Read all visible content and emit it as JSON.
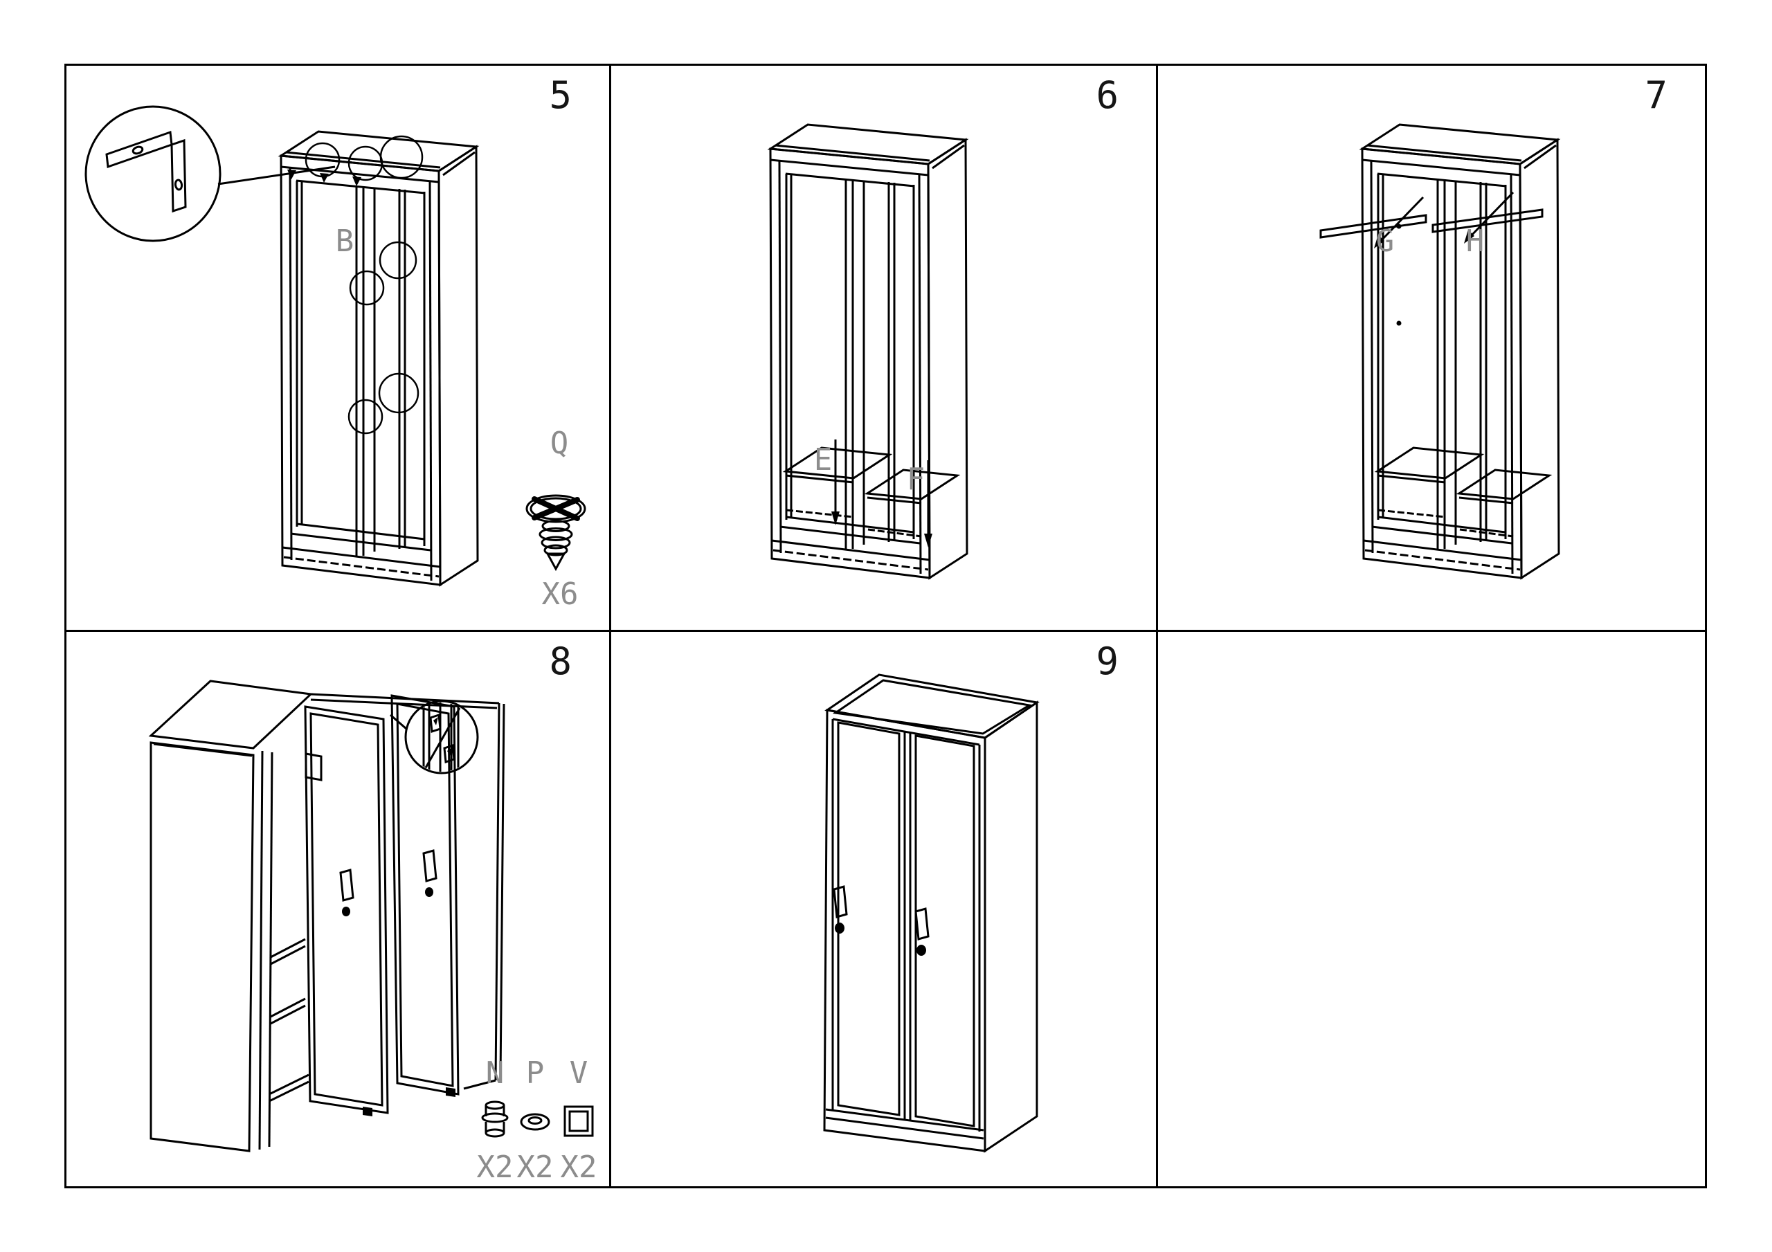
{
  "sheet": {
    "background": "#ffffff",
    "line_color": "#000000",
    "label_color": "#8c8c8c",
    "grid": {
      "rows": 2,
      "cols": 3
    }
  },
  "panels": [
    {
      "step": "5",
      "labels": {
        "back_panel": "B",
        "hardware": "Q",
        "hardware_qty": "X6"
      },
      "icons": [
        "detail-circle-icon",
        "corner-bracket-icon",
        "screw-icon"
      ]
    },
    {
      "step": "6",
      "labels": {
        "left_shelf": "E",
        "right_shelf": "F"
      },
      "icons": [
        "down-arrow-icon",
        "down-arrow-icon"
      ]
    },
    {
      "step": "7",
      "labels": {
        "left_rod": "G",
        "right_rod": "H"
      },
      "icons": [
        "hanger-rod-icon",
        "diagonal-arrow-icon"
      ]
    },
    {
      "step": "8",
      "parts": [
        {
          "letter": "N",
          "qty": "X2",
          "icon": "pin-icon"
        },
        {
          "letter": "P",
          "qty": "X2",
          "icon": "washer-icon"
        },
        {
          "letter": "V",
          "qty": "X2",
          "icon": "plate-icon"
        }
      ],
      "icons": [
        "detail-circle-icon",
        "hinge-slots-icon"
      ]
    },
    {
      "step": "9",
      "icons": [
        "assembled-cabinet-icon"
      ]
    },
    {}
  ]
}
